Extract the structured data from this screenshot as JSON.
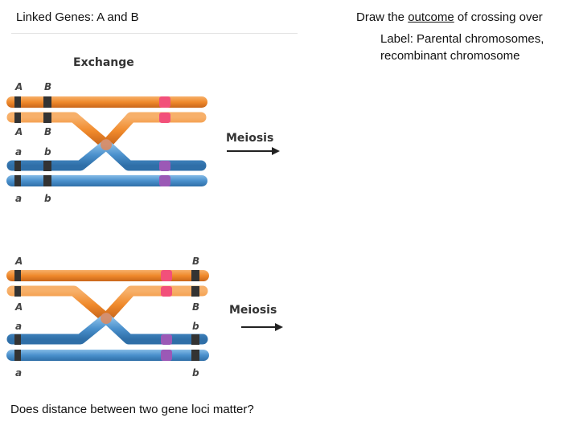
{
  "title": "Linked Genes: A and B",
  "prompt": {
    "prefix": "Draw the ",
    "emphasis": "outcome",
    "suffix": " of crossing over"
  },
  "label_instruction": {
    "key": "Label",
    "line1": ": Parental chromosomes,",
    "line2": "recombinant chromosome"
  },
  "question": "Does distance between two gene loci matter?",
  "diagram": {
    "heading": "Exchange",
    "arrow_label": "Meiosis",
    "colors": {
      "orange": "#f08a2c",
      "blue": "#4a90cc",
      "centromere_pink": "#f2507a",
      "centromere_purple": "#9b59b6",
      "locus_band": "#333333"
    },
    "top_panel": {
      "loci": [
        "A",
        "B"
      ],
      "chromatid_labels": [
        "A",
        "B",
        "A",
        "B",
        "a",
        "b",
        "a",
        "b"
      ]
    },
    "bottom_panel": {
      "loci": [
        "A",
        "B"
      ],
      "chromatid_labels": [
        "A",
        "B",
        "A",
        "B",
        "a",
        "b",
        "a",
        "b"
      ]
    }
  }
}
